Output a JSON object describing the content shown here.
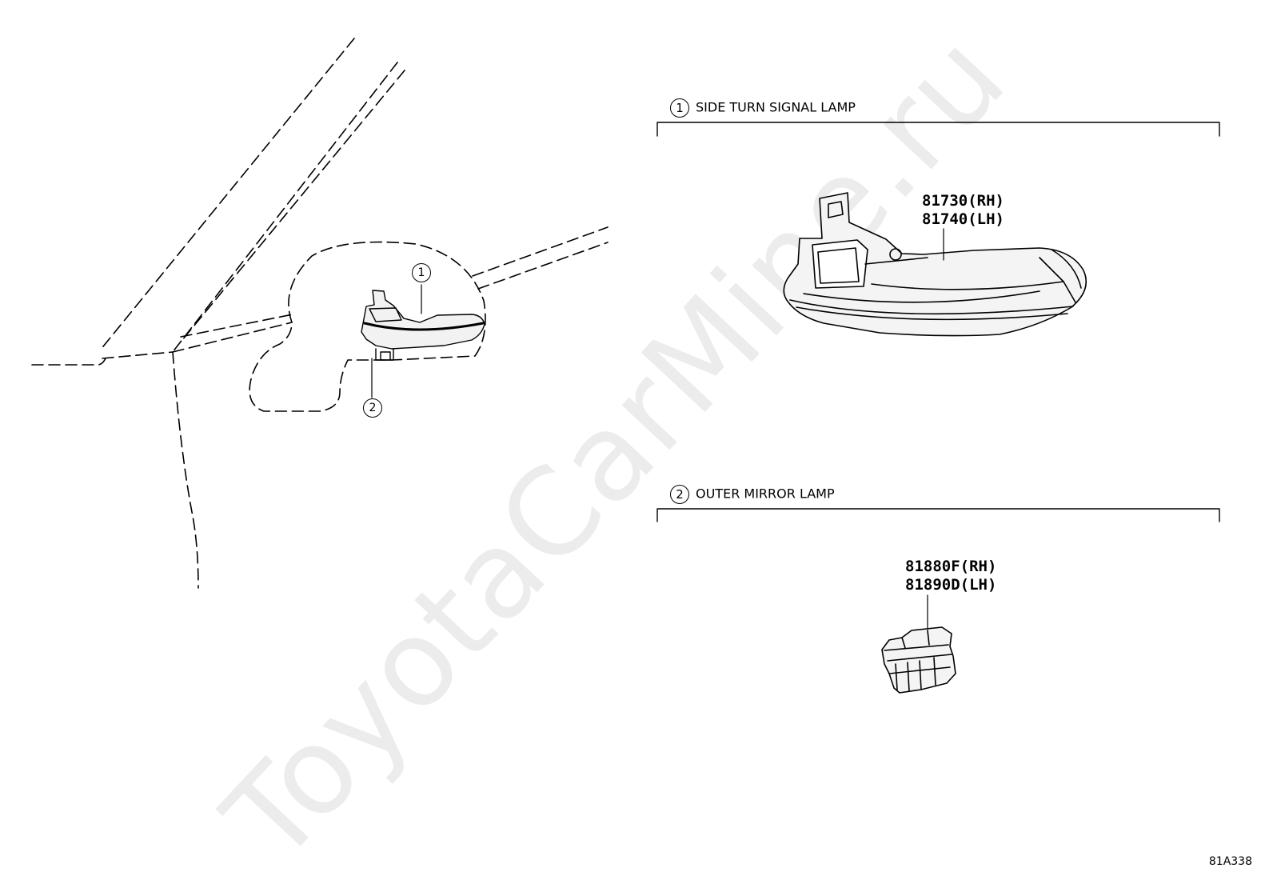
{
  "watermark": "ToyotaCarMine.ru",
  "sections": [
    {
      "number": "1",
      "title": "SIDE TURN SIGNAL LAMP",
      "part_numbers": [
        "81730(RH)",
        "81740(LH)"
      ]
    },
    {
      "number": "2",
      "title": "OUTER MIRROR LAMP",
      "part_numbers": [
        "81880F(RH)",
        "81890D(LH)"
      ]
    }
  ],
  "callouts": [
    "1",
    "2"
  ],
  "diagram_id": "81A338"
}
